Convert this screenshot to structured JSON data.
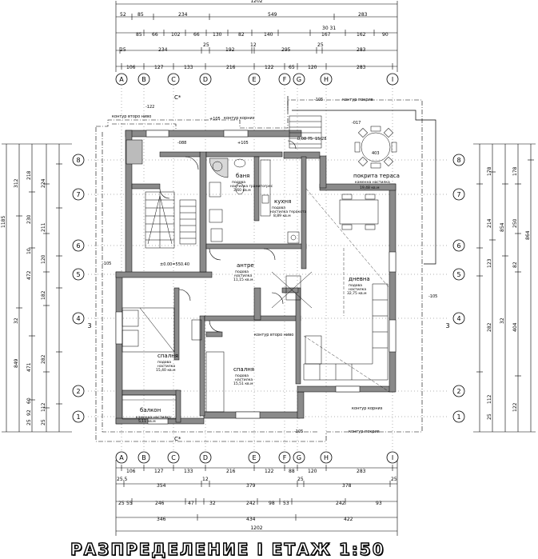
{
  "title": "РАЗПРЕДЕЛЕНИЕ I ЕТАЖ 1:50",
  "axes_letters": [
    "A",
    "B",
    "C",
    "D",
    "E",
    "F",
    "G",
    "H",
    "I"
  ],
  "axes_numbers": [
    "1",
    "2",
    "3",
    "4",
    "5",
    "6",
    "7",
    "8"
  ],
  "dims": {
    "top_total": "1202",
    "top_row1": [
      "52",
      "85",
      "234",
      "549",
      "283"
    ],
    "top_row2": [
      "85",
      "66",
      "102",
      "66",
      "130",
      "82",
      "140",
      "167",
      "162",
      "90"
    ],
    "top_row2_extra": "30 31",
    "top_row3": [
      "25",
      "234",
      "25",
      "192",
      "12",
      "295",
      "25",
      "283"
    ],
    "top_axes": [
      "106",
      "127",
      "133",
      "216",
      "122",
      "65",
      "120",
      "283"
    ],
    "bottom_axes": [
      "106",
      "127",
      "133",
      "216",
      "122",
      "88",
      "120",
      "283"
    ],
    "bottom_row1": [
      "25.5",
      "354",
      "12",
      "379",
      "25",
      "378",
      "25"
    ],
    "bottom_row2": [
      "25",
      "55",
      "246",
      "47",
      "32",
      "242",
      "98",
      "53",
      "242",
      "93"
    ],
    "bottom_row3": [
      "346",
      "434",
      "422"
    ],
    "bottom_total": "1202",
    "left_outer": [
      "1185",
      "849",
      "312",
      "32"
    ],
    "left_mid": [
      "218",
      "230",
      "10",
      "472",
      "471",
      "60",
      "92",
      "25"
    ],
    "left_inner": [
      "224",
      "211",
      "120",
      "182",
      "282",
      "112",
      "25"
    ],
    "right_outer": [
      "864",
      "854",
      "32"
    ],
    "right_mid": [
      "178",
      "250",
      "82",
      "404",
      "122"
    ],
    "right_inner": [
      "178",
      "214",
      "123",
      "282",
      "112",
      "25"
    ]
  },
  "rooms": [
    {
      "name": "баня",
      "floor": "подова",
      "spec": "настилка гранитогрес",
      "area": "3,60 кв.м"
    },
    {
      "name": "кухня",
      "floor": "подова",
      "spec": "настилка теракота",
      "area": "8,89 кв.м"
    },
    {
      "name": "покрита тераса",
      "floor": "",
      "spec": "каменна настилка",
      "area": "19,48 кв.м"
    },
    {
      "name": "антре",
      "floor": "подова",
      "spec": "настилка",
      "area": "11,15 кв.м"
    },
    {
      "name": "дневна",
      "floor": "подова",
      "spec": "настилка",
      "area": "32,75 кв.м"
    },
    {
      "name": "спалня",
      "floor": "подова",
      "spec": "настилка",
      "area": "15,40 кв.м"
    },
    {
      "name": "спалня",
      "floor": "подова",
      "spec": "настилка",
      "area": "15,51 кв.м"
    },
    {
      "name": "балкон",
      "floor": "",
      "spec": "каменна настилка",
      "area": "5,11 кв.м"
    }
  ],
  "labels": {
    "contour_second_floor": "контур второ ниво",
    "contour_eave": "контур покрив",
    "contour_upper": "контур корниз",
    "level_zero": "±0.00=550.40",
    "h_122": "-122",
    "h_105": "-105",
    "h_088": "-088",
    "h_017": "-017",
    "p1": "+105",
    "section_c": "C*",
    "stair_x": "0,08 75",
    "stair_t": "15/28",
    "table": "403"
  }
}
